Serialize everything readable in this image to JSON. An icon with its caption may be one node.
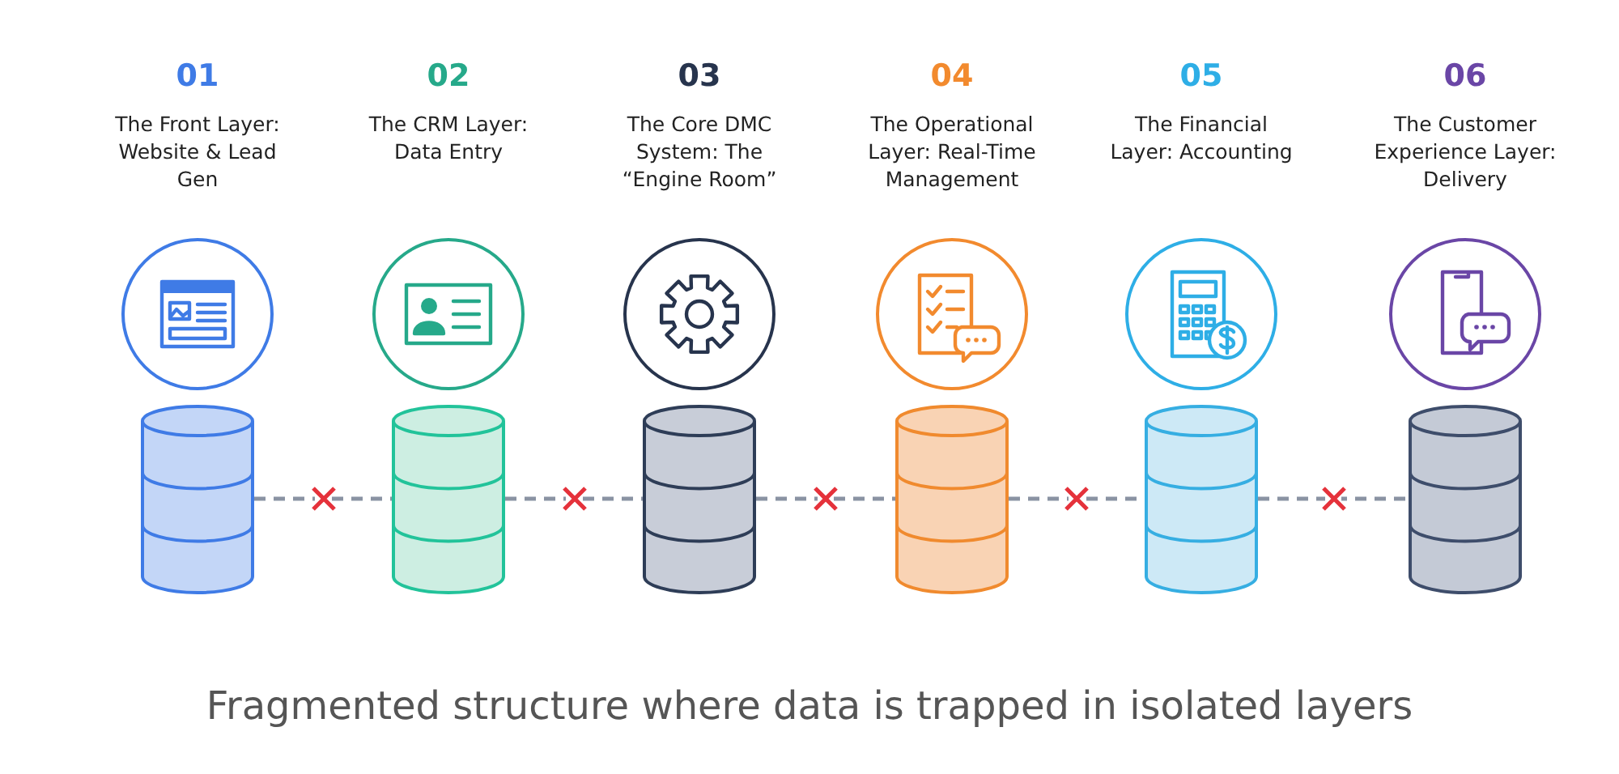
{
  "diagram": {
    "caption": "Fragmented structure where data is trapped in isolated layers",
    "nodes": [
      {
        "text": [],
        "shape": "cylinder"
      },
      {
        "text": [],
        "shape": "cylinder"
      },
      {
        "text": [],
        "shape": "cylinder"
      },
      {
        "text": [],
        "shape": "cylinder"
      },
      {
        "text": [],
        "shape": "cylinder"
      },
      {
        "text": [],
        "shape": "cylinder"
      }
    ],
    "edges": [
      {
        "from": 0,
        "to": 1,
        "arrow": "none",
        "style": "dashed"
      },
      {
        "from": 1,
        "to": 2,
        "arrow": "none",
        "style": "dashed"
      },
      {
        "from": 2,
        "to": 3,
        "arrow": "none",
        "style": "dashed"
      },
      {
        "from": 3,
        "to": 4,
        "arrow": "none",
        "style": "dashed"
      },
      {
        "from": 4,
        "to": 5,
        "arrow": "none",
        "style": "dashed"
      }
    ],
    "labels": [
      "01",
      "The Front Layer: Website & Lead Gen",
      "02",
      "The CRM Layer: Data Entry",
      "03",
      "The Core DMC System: The “Engine Room”",
      "04",
      "The Operational Layer: Real-Time Management",
      "05",
      "The Financial Layer: Accounting",
      "06",
      "The Customer Experience Layer: Delivery"
    ]
  }
}
